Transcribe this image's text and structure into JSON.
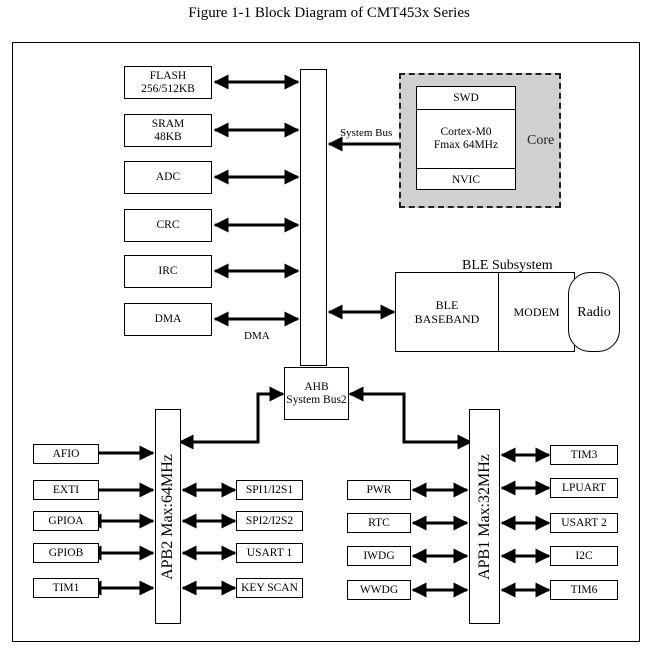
{
  "title": "Figure 1-1 Block Diagram of CMT453x Series",
  "ahb_blocks": [
    {
      "name": "flash",
      "line1": "FLASH",
      "line2": "256/512KB"
    },
    {
      "name": "sram",
      "line1": "SRAM",
      "line2": "48KB"
    },
    {
      "name": "adc",
      "line1": "ADC",
      "line2": ""
    },
    {
      "name": "crc",
      "line1": "CRC",
      "line2": ""
    },
    {
      "name": "irc",
      "line1": "IRC",
      "line2": ""
    },
    {
      "name": "dma",
      "line1": "DMA",
      "line2": ""
    }
  ],
  "dma_label": "DMA",
  "system_bus_label": "System Bus",
  "core": {
    "label": "Core",
    "swd": "SWD",
    "cpu_line1": "Cortex-M0",
    "cpu_line2": "Fmax 64MHz",
    "nvic": "NVIC"
  },
  "ble": {
    "title": "BLE Subsystem",
    "baseband_line1": "BLE",
    "baseband_line2": "BASEBAND",
    "modem": "MODEM",
    "radio": "Radio"
  },
  "ahb": {
    "line1": "AHB",
    "line2": "System Bus2"
  },
  "apb2": {
    "label": "APB2 Max:64MHz",
    "left": [
      "AFIO",
      "EXTI",
      "GPIOA",
      "GPIOB",
      "TIM1"
    ],
    "right": [
      "SPI1/I2S1",
      "SPI2/I2S2",
      "USART 1",
      "KEY SCAN"
    ]
  },
  "apb1": {
    "label": "APB1 Max:32MHz",
    "left": [
      "PWR",
      "RTC",
      "IWDG",
      "WWDG"
    ],
    "right": [
      "TIM3",
      "LPUART",
      "USART 2",
      "I2C",
      "TIM6"
    ]
  }
}
